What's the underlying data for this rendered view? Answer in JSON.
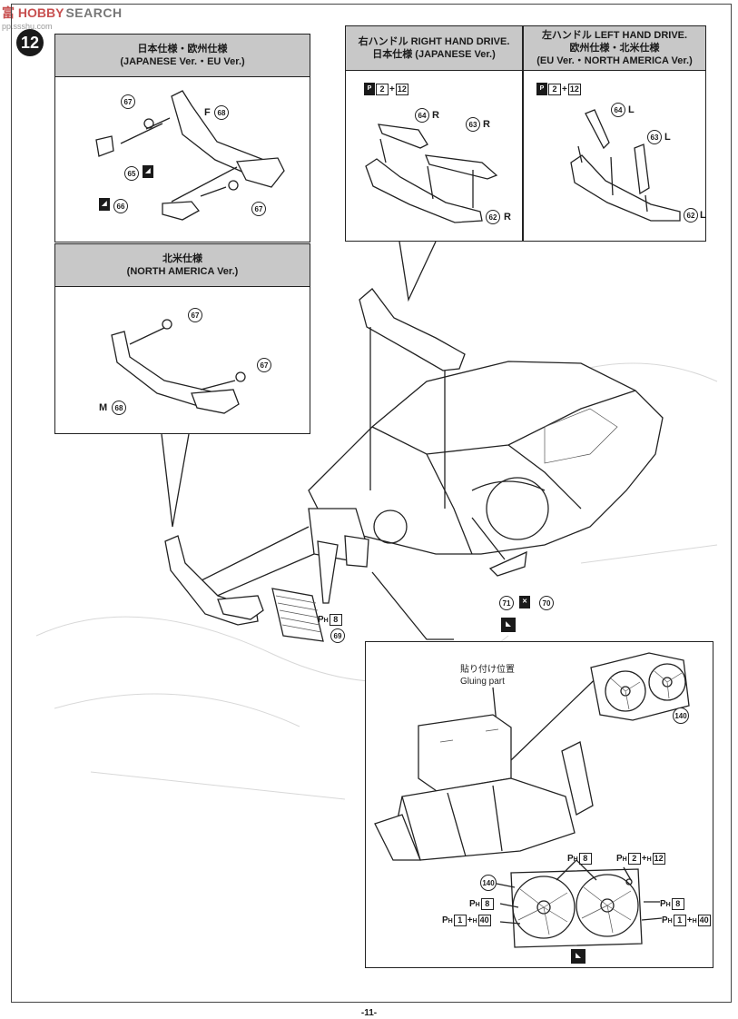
{
  "watermark": {
    "brand": "富 HOBBY",
    "suffix": "SEARCH",
    "url": "pp.ssshu.com"
  },
  "step_number": "12",
  "page_number": "-11-",
  "panels": {
    "jp_eu": {
      "title_jp": "日本仕様・欧州仕様",
      "title_en": "(JAPANESE Ver.・EU Ver.)"
    },
    "na": {
      "title_jp": "北米仕様",
      "title_en": "(NORTH AMERICA Ver.)"
    },
    "rhd": {
      "title_line1": "右ハンドル RIGHT HAND DRIVE.",
      "title_line2": "日本仕様 (JAPANESE Ver.)"
    },
    "lhd": {
      "title_line1": "左ハンドル LEFT HAND DRIVE.",
      "title_line2": "欧州仕様・北米仕様",
      "title_line3": "(EU Ver.・NORTH AMERICA Ver.)"
    }
  },
  "parts": {
    "p62": "62",
    "p63": "63",
    "p64": "64",
    "p65": "65",
    "p66": "66",
    "p67": "67",
    "p68": "68",
    "p69": "69",
    "p70": "70",
    "p71": "71",
    "p140": "140",
    "R": "R",
    "L": "L",
    "F": "F",
    "M": "M"
  },
  "paints": {
    "ph": "P",
    "sub_h": "H",
    "c2": "2",
    "c12": "12",
    "c8": "8",
    "c1": "1",
    "c40": "40",
    "plus": "+",
    "hh": "H"
  },
  "gluing": {
    "jp": "貼り付け位置",
    "en": "Gluing part"
  }
}
